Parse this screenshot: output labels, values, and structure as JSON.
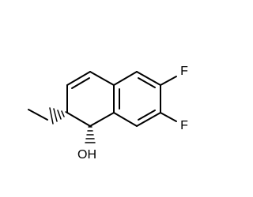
{
  "molecule": {
    "atoms": {
      "fluorine_top": "F",
      "fluorine_bottom": "F",
      "hydroxyl": "OH"
    }
  },
  "colors": {
    "bond": "#000000",
    "label": "#000000",
    "background": "#ffffff"
  }
}
